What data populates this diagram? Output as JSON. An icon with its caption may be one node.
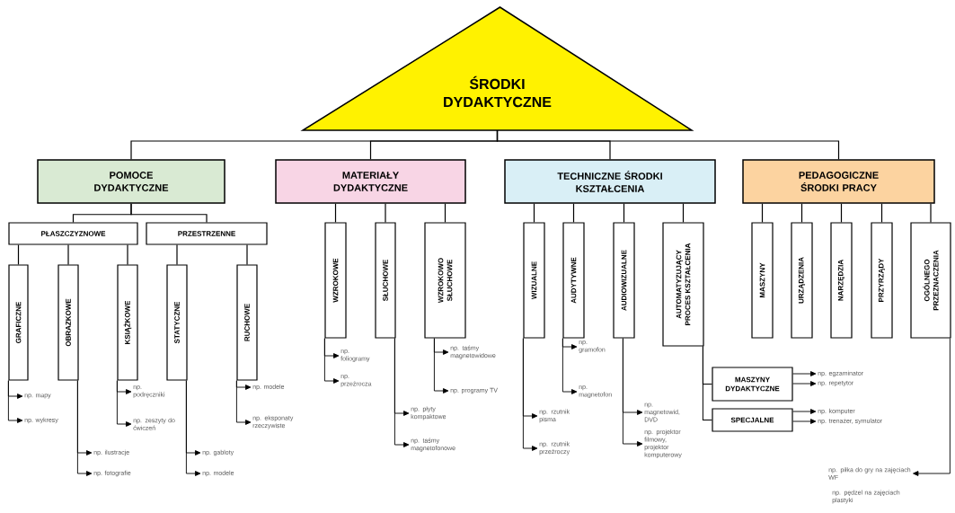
{
  "diagram": {
    "nodes": [
      {
        "text": [
          "ŚRODKI DYDAKTYCZNE"
        ]
      },
      {
        "text": [
          "POMOCE DYDAKTYCZNE"
        ]
      },
      {
        "text": [
          "MATERIAŁY DYDAKTYCZNE"
        ]
      },
      {
        "text": [
          "TECHNICZNE ŚRODKI KSZTAŁCENIA"
        ]
      },
      {
        "text": [
          "PEDAGOGICZNE ŚRODKI PRACY"
        ]
      },
      {
        "text": [
          "PŁASZCZYZNOWE"
        ]
      },
      {
        "text": [
          "PRZESTRZENNE"
        ]
      },
      {
        "text": [
          "GRAFICZNE"
        ]
      },
      {
        "text": [
          "OBRAZKOWE"
        ]
      },
      {
        "text": [
          "KSIĄŻKOWE"
        ]
      },
      {
        "text": [
          "STATYCZNE"
        ]
      },
      {
        "text": [
          "RUCHOWE"
        ]
      },
      {
        "text": [
          "np. mapy"
        ]
      },
      {
        "text": [
          "np. wykresy"
        ]
      },
      {
        "text": [
          "np. ilustracje"
        ]
      },
      {
        "text": [
          "np. fotografie"
        ]
      },
      {
        "text": [
          "np. podręczniki"
        ]
      },
      {
        "text": [
          "np. zeszyty do ćwiczeń"
        ]
      },
      {
        "text": [
          "np. gabloty"
        ]
      },
      {
        "text": [
          "np. modele"
        ]
      },
      {
        "text": [
          "np. modele"
        ]
      },
      {
        "text": [
          "np. eksponaty rzeczywiste"
        ]
      },
      {
        "text": [
          "WZROKOWE"
        ]
      },
      {
        "text": [
          "SŁUCHOWE"
        ]
      },
      {
        "text": [
          "WZROKOWO SŁUCHOWE"
        ]
      },
      {
        "text": [
          "np. foliogramy"
        ]
      },
      {
        "text": [
          "np. przeźrocza"
        ]
      },
      {
        "text": [
          "np. płyty kompaktowe"
        ]
      },
      {
        "text": [
          "np. taśmy magnetofonowe"
        ]
      },
      {
        "text": [
          "np. taśmy magnetowidowe"
        ]
      },
      {
        "text": [
          "np. programy TV"
        ]
      },
      {
        "text": [
          "WIZUALNE"
        ]
      },
      {
        "text": [
          "AUDYTYWNE"
        ]
      },
      {
        "text": [
          "AUDIOWIZUALNE"
        ]
      },
      {
        "text": [
          "AUTOMATYZUJĄCY PROCES KSZTAŁCENIA"
        ]
      },
      {
        "text": [
          "np. rzutnik pisma"
        ]
      },
      {
        "text": [
          "np. rzutnik przeźroczy"
        ]
      },
      {
        "text": [
          "np. gramofon"
        ]
      },
      {
        "text": [
          "np. magnetofon"
        ]
      },
      {
        "text": [
          "np. magnetowid, DVD"
        ]
      },
      {
        "text": [
          "np. projektor filmowy, projektor komputerowy"
        ]
      },
      {
        "text": [
          "MASZYNY DYDAKTYCZNE"
        ]
      },
      {
        "text": [
          "SPECJALNE"
        ]
      },
      {
        "text": [
          "np. egzaminator"
        ]
      },
      {
        "text": [
          "np. repetytor"
        ]
      },
      {
        "text": [
          "np. komputer"
        ]
      },
      {
        "text": [
          "np. trenażer, symulator"
        ]
      },
      {
        "text": [
          "MASZYNY"
        ]
      },
      {
        "text": [
          "URZĄDZENIA"
        ]
      },
      {
        "text": [
          "NARZĘDZIA"
        ]
      },
      {
        "text": [
          "PRZYRZĄDY"
        ]
      },
      {
        "text": [
          "OGÓLNEGO PRZEZNACZENIA"
        ]
      },
      {
        "text": [
          "np. piłka do gry na zajęciach WF"
        ]
      }
    ],
    "edges": [
      {
        "from": 0,
        "to": 1,
        "arrow": "none"
      },
      {
        "from": 0,
        "to": 2,
        "arrow": "none"
      },
      {
        "from": 0,
        "to": 3,
        "arrow": "none"
      },
      {
        "from": 0,
        "to": 4,
        "arrow": "none"
      },
      {
        "from": 1,
        "to": 5,
        "arrow": "none"
      },
      {
        "from": 1,
        "to": 6,
        "arrow": "none"
      },
      {
        "from": 5,
        "to": 7,
        "arrow": "none"
      },
      {
        "from": 5,
        "to": 8,
        "arrow": "none"
      },
      {
        "from": 5,
        "to": 9,
        "arrow": "none"
      },
      {
        "from": 6,
        "to": 10,
        "arrow": "none"
      },
      {
        "from": 6,
        "to": 11,
        "arrow": "none"
      },
      {
        "from": 7,
        "to": 12,
        "arrow": "to"
      },
      {
        "from": 7,
        "to": 13,
        "arrow": "to"
      },
      {
        "from": 8,
        "to": 14,
        "arrow": "to"
      },
      {
        "from": 8,
        "to": 15,
        "arrow": "to"
      },
      {
        "from": 9,
        "to": 16,
        "arrow": "to"
      },
      {
        "from": 9,
        "to": 17,
        "arrow": "to"
      },
      {
        "from": 10,
        "to": 18,
        "arrow": "to"
      },
      {
        "from": 10,
        "to": 19,
        "arrow": "to"
      },
      {
        "from": 11,
        "to": 20,
        "arrow": "to"
      },
      {
        "from": 11,
        "to": 21,
        "arrow": "to"
      },
      {
        "from": 2,
        "to": 22,
        "arrow": "none"
      },
      {
        "from": 2,
        "to": 23,
        "arrow": "none"
      },
      {
        "from": 2,
        "to": 24,
        "arrow": "none"
      },
      {
        "from": 22,
        "to": 25,
        "arrow": "to"
      },
      {
        "from": 22,
        "to": 26,
        "arrow": "to"
      },
      {
        "from": 23,
        "to": 27,
        "arrow": "to"
      },
      {
        "from": 23,
        "to": 28,
        "arrow": "to"
      },
      {
        "from": 24,
        "to": 29,
        "arrow": "to"
      },
      {
        "from": 24,
        "to": 30,
        "arrow": "to"
      },
      {
        "from": 3,
        "to": 31,
        "arrow": "none"
      },
      {
        "from": 3,
        "to": 32,
        "arrow": "none"
      },
      {
        "from": 3,
        "to": 33,
        "arrow": "none"
      },
      {
        "from": 3,
        "to": 34,
        "arrow": "none"
      },
      {
        "from": 31,
        "to": 35,
        "arrow": "to"
      },
      {
        "from": 31,
        "to": 36,
        "arrow": "to"
      },
      {
        "from": 32,
        "to": 37,
        "arrow": "to"
      },
      {
        "from": 32,
        "to": 38,
        "arrow": "to"
      },
      {
        "from": 33,
        "to": 39,
        "arrow": "to"
      },
      {
        "from": 33,
        "to": 40,
        "arrow": "to"
      },
      {
        "from": 34,
        "to": 41,
        "arrow": "none"
      },
      {
        "from": 34,
        "to": 42,
        "arrow": "none"
      },
      {
        "from": 41,
        "to": 43,
        "arrow": "to"
      },
      {
        "from": 41,
        "to": 44,
        "arrow": "to"
      },
      {
        "from": 42,
        "to": 45,
        "arrow": "to"
      },
      {
        "from": 42,
        "to": 46,
        "arrow": "to"
      },
      {
        "from": 4,
        "to": 47,
        "arrow": "none"
      },
      {
        "from": 4,
        "to": 48,
        "arrow": "none"
      },
      {
        "from": 4,
        "to": 49,
        "arrow": "none"
      },
      {
        "from": 4,
        "to": 50,
        "arrow": "none"
      },
      {
        "from": 4,
        "to": 51,
        "arrow": "none"
      },
      {
        "from": 51,
        "to": 52,
        "arrow": "to"
      }
    ],
    "labels": [
      "np. pędzel na zajęciach plastyki"
    ]
  }
}
